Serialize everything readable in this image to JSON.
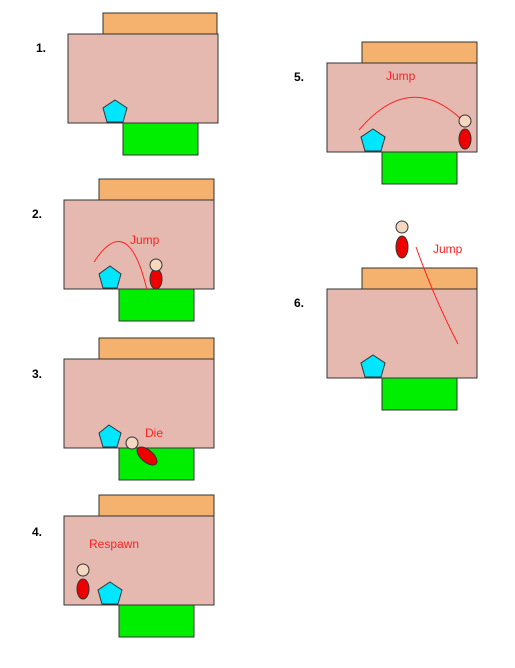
{
  "colors": {
    "top_block": "#f4b26e",
    "main_block": "#e5b8b0",
    "ground_block": "#00ee00",
    "pentagon": "#00e6ff",
    "player_head": "#f6d8c0",
    "player_body": "#ee0000",
    "annotation": "#ff2222",
    "outline": "#333333"
  },
  "steps": [
    {
      "number": "1.",
      "annotation": "",
      "player": "none",
      "shows_jump_arc": false
    },
    {
      "number": "2.",
      "annotation": "Jump",
      "player": "standing-right",
      "shows_jump_arc": true
    },
    {
      "number": "3.",
      "annotation": "Die",
      "player": "fallen",
      "shows_jump_arc": false
    },
    {
      "number": "4.",
      "annotation": "Respawn",
      "player": "standing-left",
      "shows_jump_arc": false
    },
    {
      "number": "5.",
      "annotation": "Jump",
      "player": "standing-right",
      "shows_jump_arc": true
    },
    {
      "number": "6.",
      "annotation": "Jump",
      "player": "above",
      "shows_jump_arc": true
    }
  ]
}
